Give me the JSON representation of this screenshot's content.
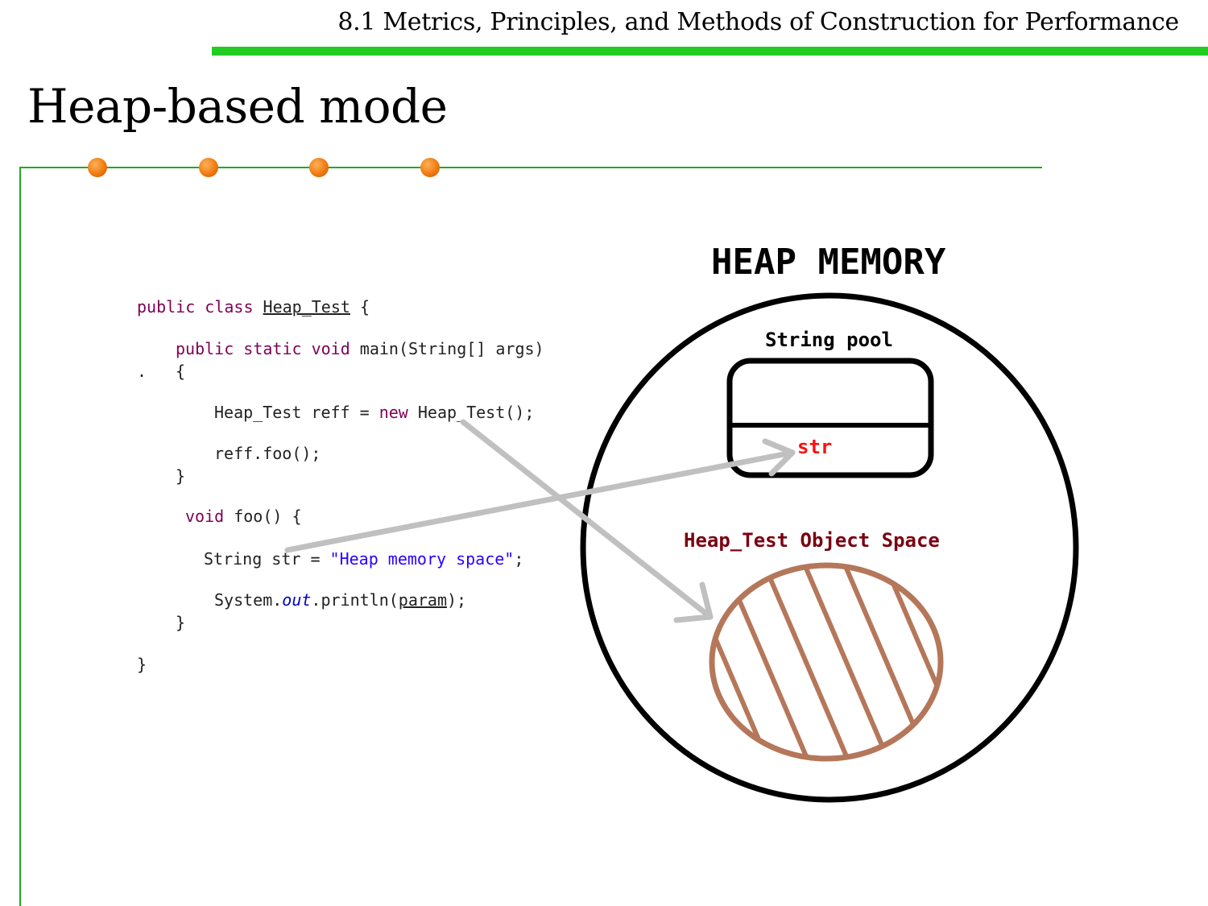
{
  "header": {
    "section_title": "8.1 Metrics, Principles, and Methods of Construction for Performance",
    "accent_color": "#22cc22"
  },
  "slide": {
    "title": "Heap-based mode",
    "bullet_dot_color": "#f07a10"
  },
  "code": {
    "lines": [
      "public class Heap_Test {",
      "public static void main(String[] args)",
      "{",
      "Heap_Test reff = new Heap_Test();",
      "reff.foo();",
      "}",
      "void foo() {",
      "String str = \"Heap memory space\";",
      "System.out.println(param);",
      "}",
      "}"
    ],
    "stray_mark": "."
  },
  "diagram": {
    "heap_title": "HEAP MEMORY",
    "string_pool_label": "String pool",
    "pool_entry": "str",
    "object_space_label": "Heap_Test Object Space",
    "colors": {
      "outline": "#000000",
      "arrow": "#c0c0c0",
      "pool_entry": "#ff1010",
      "object_label": "#7a0010",
      "object_fill_stroke": "#b5775a"
    }
  }
}
